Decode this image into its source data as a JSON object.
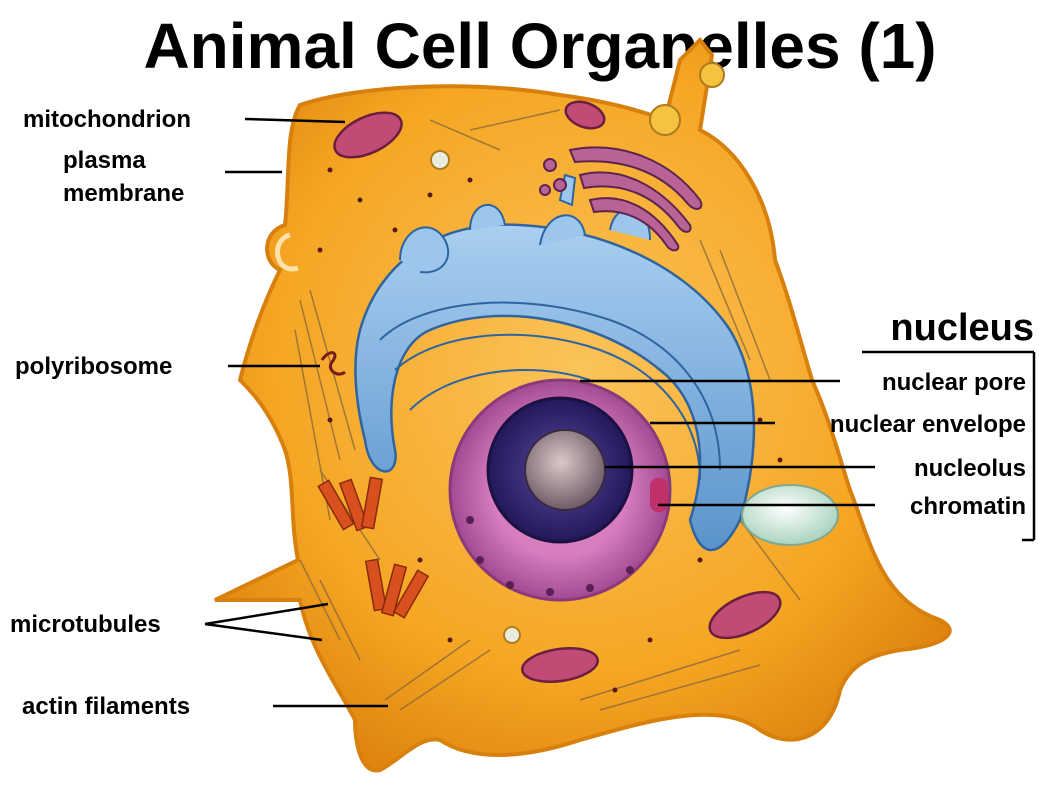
{
  "title": "Animal Cell Organelles (1)",
  "labels": {
    "mitochondrion": "mitochondrion",
    "plasma_membrane_line1": "plasma",
    "plasma_membrane_line2": "membrane",
    "polyribosome": "polyribosome",
    "microtubules": "microtubules",
    "actin_filaments": "actin filaments",
    "nucleus": "nucleus",
    "nuclear_pore": "nuclear pore",
    "nuclear_envelope": "nuclear envelope",
    "nucleolus": "nucleolus",
    "chromatin": "chromatin"
  },
  "colors": {
    "cytoplasm": "#F5A623",
    "cytoplasm_edge": "#E08A10",
    "er_blue": "#7FB2E0",
    "er_blue_dark": "#3F78B5",
    "nuclear_envelope": "#C66BB0",
    "nucleus_dark": "#3B2A7A",
    "nucleolus": "#8A7A86",
    "mitochondria": "#B0406A",
    "golgi": "#A8507E",
    "centriole": "#D8501E",
    "vacuole": "#CFE6D8"
  }
}
